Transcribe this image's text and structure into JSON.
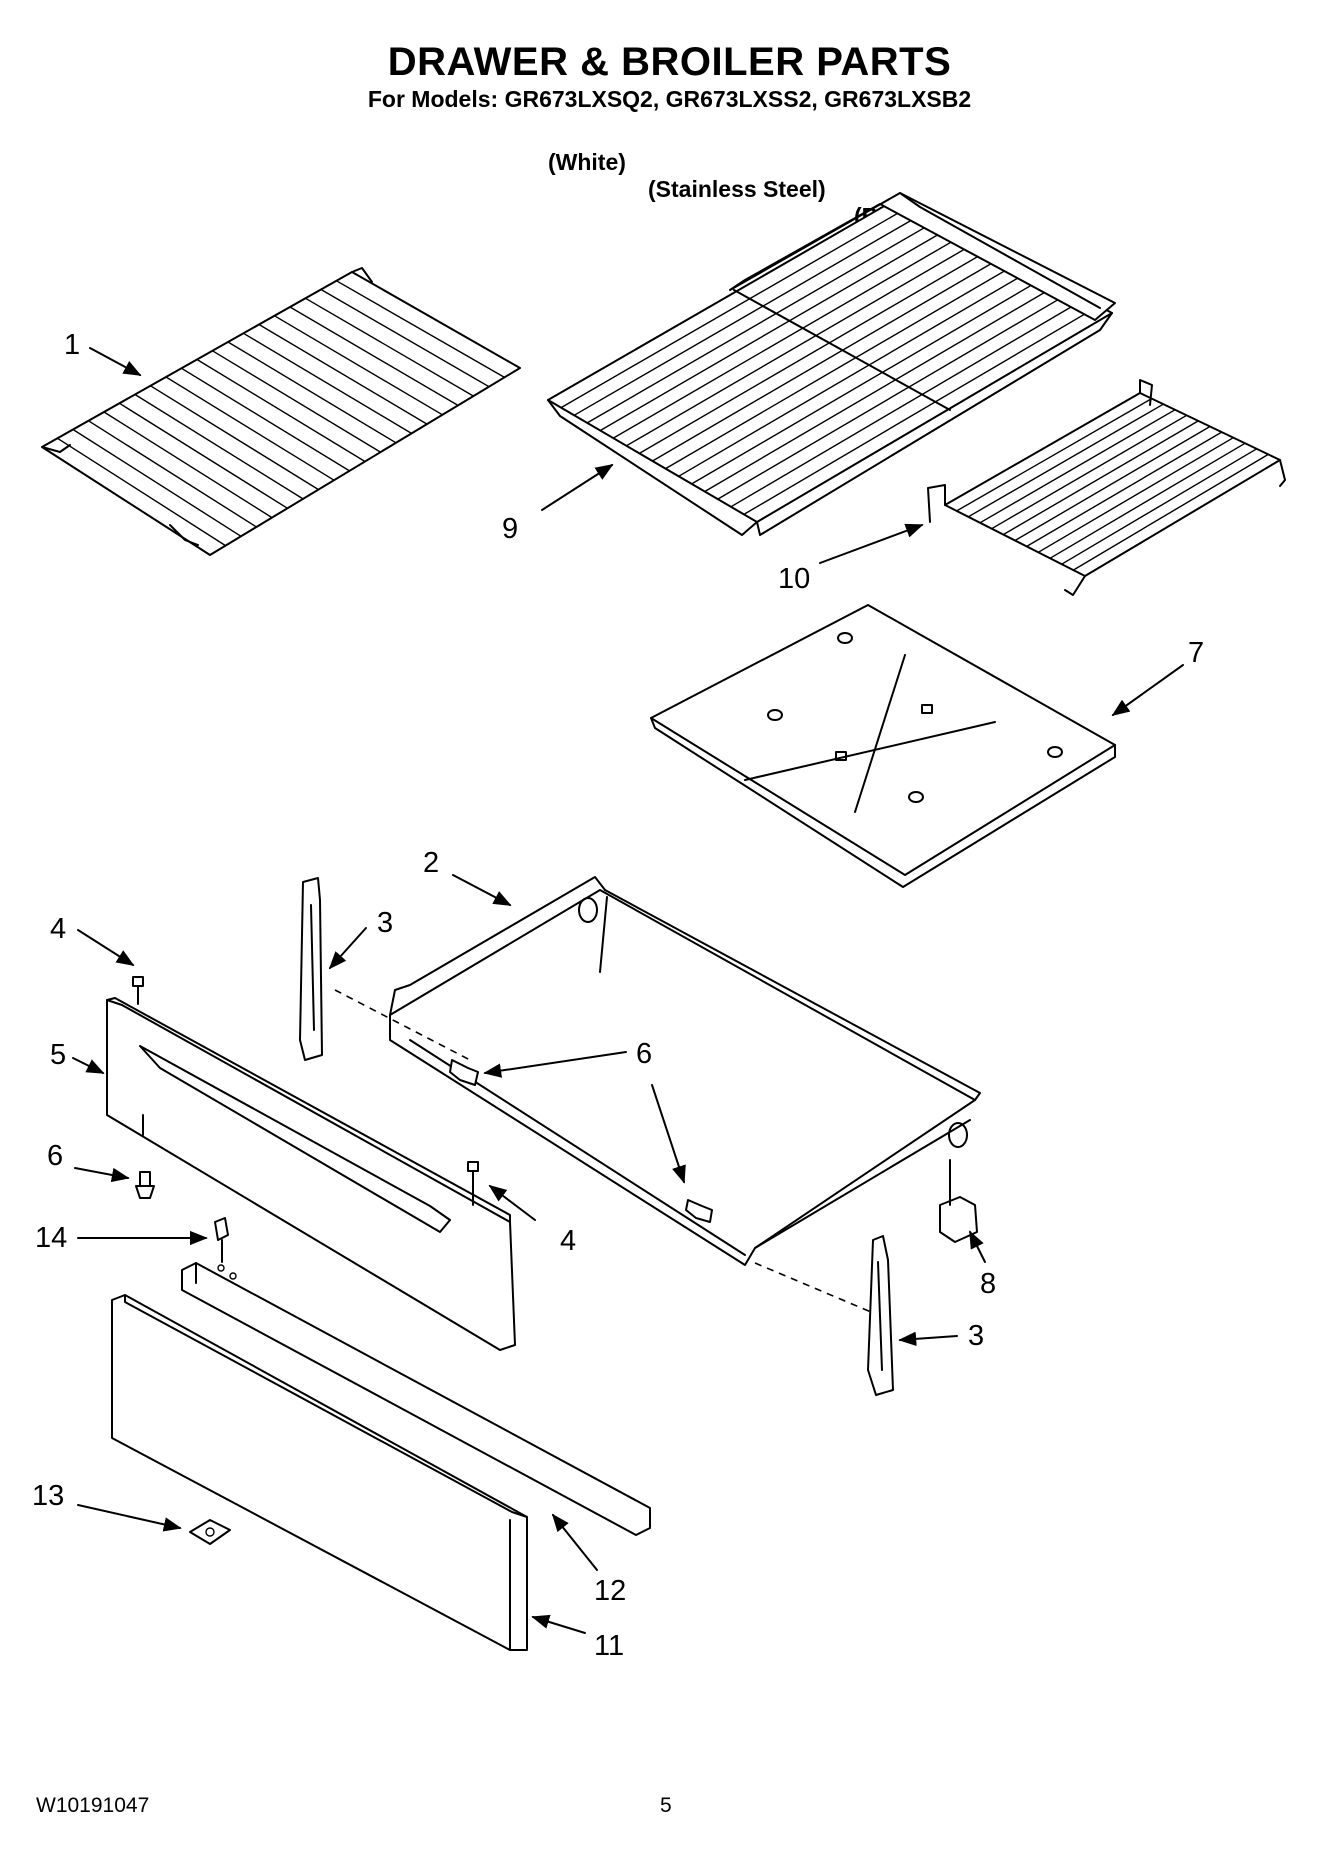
{
  "header": {
    "title": "DRAWER & BROILER PARTS",
    "models_line": "For Models: GR673LXSQ2, GR673LXSS2, GR673LXSB2",
    "colors": [
      "(White)",
      "(Stainless Steel)",
      "(Black)"
    ]
  },
  "callouts": {
    "part_1": "1",
    "part_9": "9",
    "part_10": "10",
    "part_7": "7",
    "part_2": "2",
    "part_3_top": "3",
    "part_4_top": "4",
    "part_5": "5",
    "part_6_mid": "6",
    "part_6_left": "6",
    "part_4_right": "4",
    "part_14": "14",
    "part_8": "8",
    "part_3_bottom": "3",
    "part_13": "13",
    "part_12": "12",
    "part_11": "11"
  },
  "footer": {
    "doc_number": "W10191047",
    "page_number": "5"
  }
}
